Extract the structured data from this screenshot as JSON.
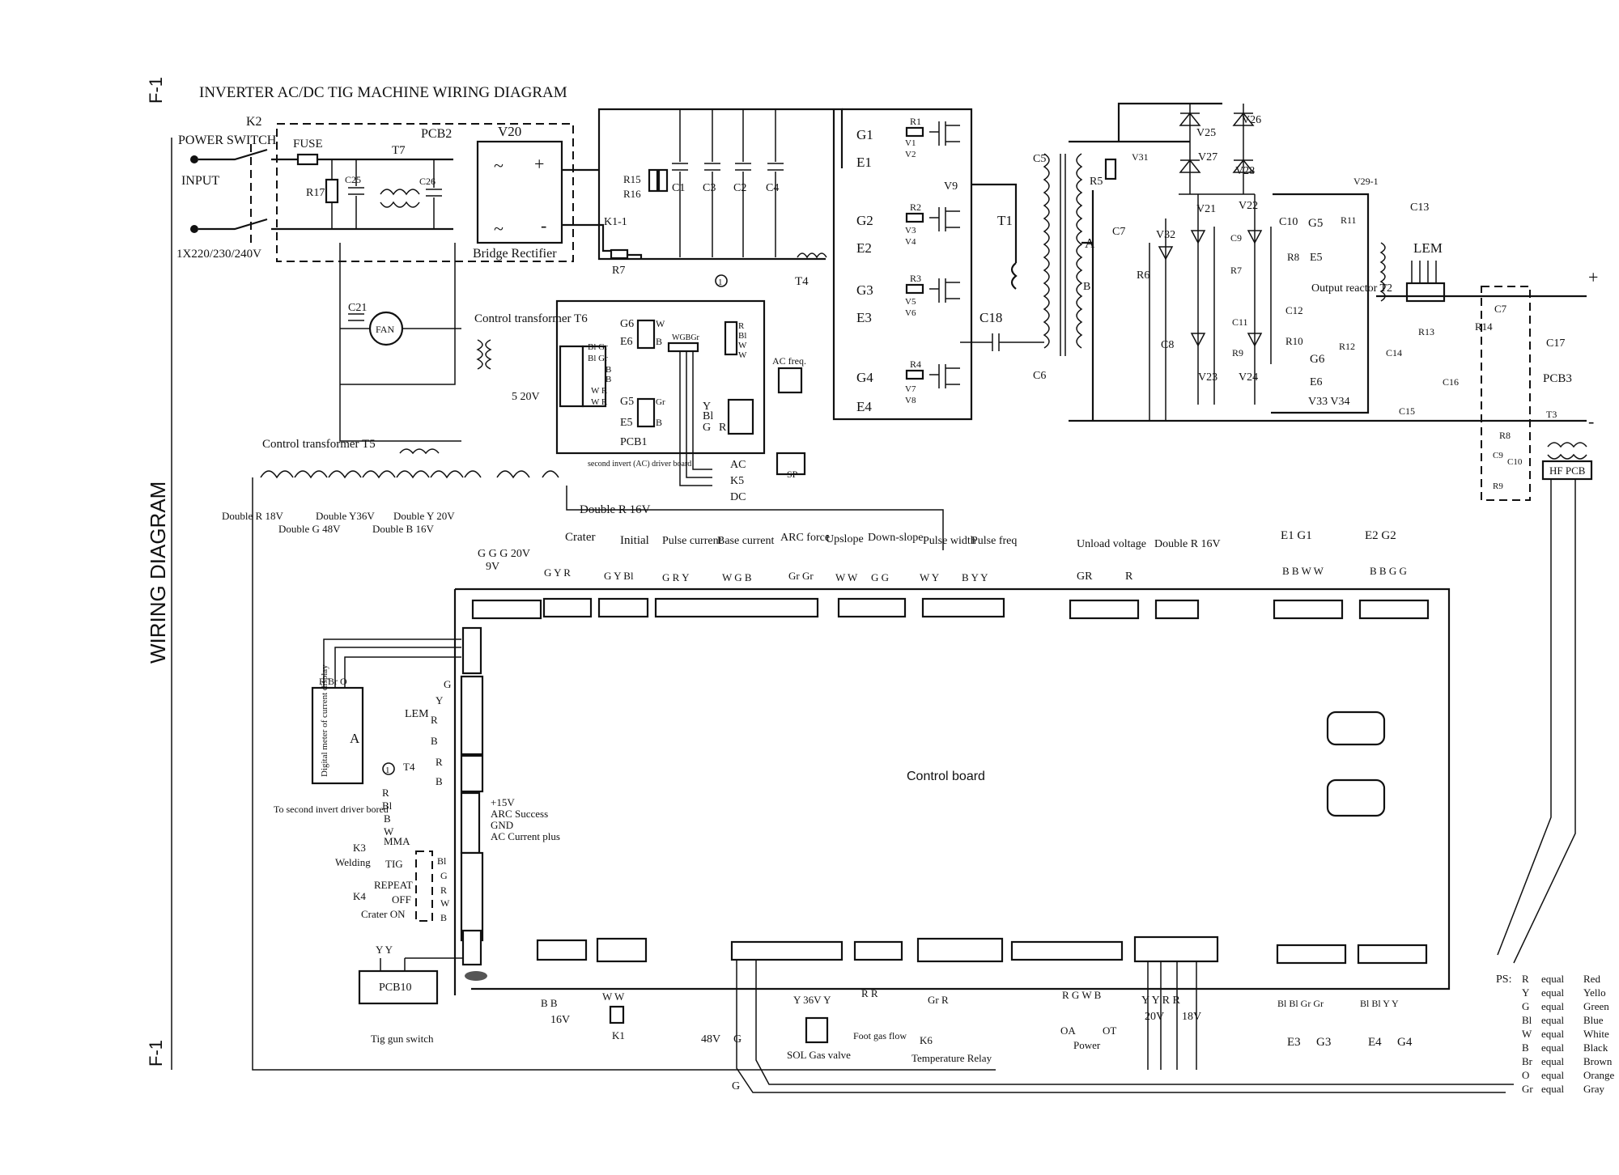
{
  "frame": {
    "sheet_id_top": "F-1",
    "sheet_id_bottom": "F-1",
    "side_title": "WIRING DIAGRAM",
    "title": "INVERTER AC/DC TIG MACHINE   WIRING DIAGRAM"
  },
  "power_stage": {
    "k2": "K2",
    "power_switch": "POWER SWITCH",
    "fuse": "FUSE",
    "input": "INPUT",
    "input_voltage": "1X220/230/240V",
    "pcb2": "PCB2",
    "t7": "T7",
    "r17": "R17",
    "c25": "C25",
    "c26": "C26",
    "v20": "V20",
    "bridge": "Bridge Rectifier",
    "plus": "+",
    "minus": "-",
    "ac_sym": "~",
    "k1": "K1-1",
    "r7": "R7",
    "r15": "R15",
    "r16": "R16",
    "caps": [
      "C1",
      "C3",
      "C2",
      "C4"
    ],
    "t4": "T4",
    "c21": "C21",
    "fan": "FAN",
    "control_transformer_t6": "Control transformer T6",
    "control_transformer_t5": "Control transformer T5",
    "v_5_20": "5  20V"
  },
  "pcb1": {
    "label": "PCB1",
    "driver_text": "second invert (AC) driver board",
    "g6": "G6",
    "e6": "E6",
    "g5": "G5",
    "e5": "E5",
    "w": "W",
    "b": "B",
    "bi": "Bl",
    "gr": "Gr",
    "r": "R",
    "y": "Y",
    "g": "G",
    "connector_top": "WGBGr",
    "ac_freq": "AC freq.",
    "ac": "AC",
    "k5": "K5",
    "dc": "DC",
    "sp": "SP",
    "circle_one": "1",
    "pins_left": [
      "Bl Gr",
      "Bl Gr",
      "B",
      "B",
      "W  R",
      "W  R"
    ],
    "pins_right": [
      "R",
      "Bl",
      "W",
      "W"
    ]
  },
  "igbt": {
    "gates": [
      "G1",
      "G2",
      "G3",
      "G4"
    ],
    "emitters": [
      "E1",
      "E2",
      "E3",
      "E4"
    ],
    "resistors": [
      "R1",
      "R2",
      "R3",
      "R4"
    ],
    "zeners": [
      "V1",
      "V2",
      "V3",
      "V4",
      "V5",
      "V6",
      "V7",
      "V8"
    ],
    "v9": "V9",
    "t1": "T1",
    "c18": "C18",
    "c5": "C5",
    "c6": "C6",
    "a": "A",
    "b": "B"
  },
  "secondary": {
    "r5": "R5",
    "v31": "V31",
    "c7": "C7",
    "v25": "V25",
    "v26": "V26",
    "v27": "V27",
    "v28": "V28",
    "v21": "V21",
    "v22": "V22",
    "v32": "V32",
    "r6": "R6",
    "c8": "C8",
    "c9": "C9",
    "r7": "R7",
    "c10": "C10",
    "r8": "R8",
    "c11": "C11",
    "r9": "R9",
    "c12": "C12",
    "r10": "R10",
    "v23": "V23",
    "v24": "V24",
    "v29": "V29-1",
    "g5": "G5",
    "e5": "E5",
    "r11": "R11",
    "c13": "C13",
    "lem": "LEM",
    "output_reactor": "Output reactor T2",
    "g6": "G6",
    "e6": "E6",
    "r12": "R12",
    "c14": "C14",
    "r13": "R13",
    "c16": "C16",
    "c15": "C15",
    "v33_34": "V33  V34",
    "r14": "R14",
    "c7b": "C7",
    "c17": "C17",
    "pcb3": "PCB3",
    "t3": "T3",
    "r8b": "R8",
    "c9b": "C9",
    "c10b": "C10",
    "r9b": "R9",
    "hf_pcb": "HF PCB",
    "out_plus": "+",
    "out_minus": "-"
  },
  "control": {
    "double_r18": "Double R 18V",
    "double_g48": "Double G 48V",
    "double_y36": "Double Y36V",
    "double_b16": "Double B  16V",
    "double_y20": "Double Y 20V",
    "double_r16": "Double R   16V",
    "g_g_g": "G  G  G 20V",
    "nine_v": "9V",
    "pots": [
      "Crater",
      "Initial",
      "Pulse current",
      "Base current",
      "ARC force",
      "Upslope",
      "Down-slope",
      "Pulse width",
      "Pulse  freq"
    ],
    "pot_wires": [
      "G Y R",
      "G Y Bl",
      "G R Y",
      "W G B",
      "Gr Gr",
      "W W",
      "G G",
      "W Y",
      "B Y Y"
    ],
    "unload": "Unload voltage",
    "gr": "GR",
    "r": "R",
    "double_r_16": "Double R 16V",
    "e1g1": "E1    G1",
    "e2g2": "E2    G2",
    "bbww": "B B   W W",
    "bbgg": "B B   G G",
    "board_label": "Control board",
    "rbro": "R Br O",
    "digital_meter": "Digital meter of current display",
    "a_label": "A",
    "lem_wires": [
      "G",
      "Y",
      "R",
      "B"
    ],
    "lem": "LEM",
    "t4": "T4",
    "t4_wires": [
      "R",
      "B"
    ],
    "second_invert_note": "To second invert driver bored",
    "sig_wires": [
      "R",
      "Bl",
      "B",
      "W"
    ],
    "signals": [
      "+15V",
      "ARC Success",
      "GND",
      "AC Current plus"
    ],
    "k3": "K3",
    "welding": "Welding",
    "mma": "MMA",
    "tig": "TIG",
    "k4": "K4",
    "repeat": "REPEAT",
    "off": "OFF",
    "crater_on": "Crater ON",
    "sw_wires": [
      "Bl",
      "G",
      "R",
      "W",
      "B"
    ],
    "yy": "Y      Y",
    "pcb10": "PCB10",
    "tig_gun": "Tig gun switch",
    "bottom_b16": "B     B",
    "bottom_16v": "16V",
    "k1": "K1",
    "ww": "W   W",
    "v48": "48V",
    "g": "G",
    "g_bottom": "G",
    "y36y": "Y 36V  Y",
    "sol": "SOL Gas valve",
    "rr": "R    R",
    "foot": "Foot gas flow",
    "gr_r": "Gr   R",
    "k6": "K6",
    "temp_relay": "Temperature Relay",
    "rgwb": "R  G  W  B",
    "oa": "OA",
    "ot": "OT",
    "power": "Power",
    "yy20": "Y   Y    R   R",
    "v20": "20V",
    "v18": "18V",
    "bibi_grgr": "Bl Bl   Gr Gr",
    "bibi_yy": "Bl Bl   Y  Y",
    "e3": "E3",
    "g3": "G3",
    "e4": "E4",
    "g4": "G4"
  },
  "legend": {
    "prefix": "PS:",
    "items": [
      {
        "code": "R",
        "eq": "equal",
        "name": "Red"
      },
      {
        "code": "Y",
        "eq": "equal",
        "name": "Yello"
      },
      {
        "code": "G",
        "eq": "equal",
        "name": "Green"
      },
      {
        "code": "Bl",
        "eq": "equal",
        "name": "Blue"
      },
      {
        "code": "W",
        "eq": "equal",
        "name": "White"
      },
      {
        "code": "B",
        "eq": "equal",
        "name": "Black"
      },
      {
        "code": "Br",
        "eq": "equal",
        "name": "Brown"
      },
      {
        "code": "O",
        "eq": "equal",
        "name": "Orange"
      },
      {
        "code": "Gr",
        "eq": "equal",
        "name": "Gray"
      }
    ]
  }
}
